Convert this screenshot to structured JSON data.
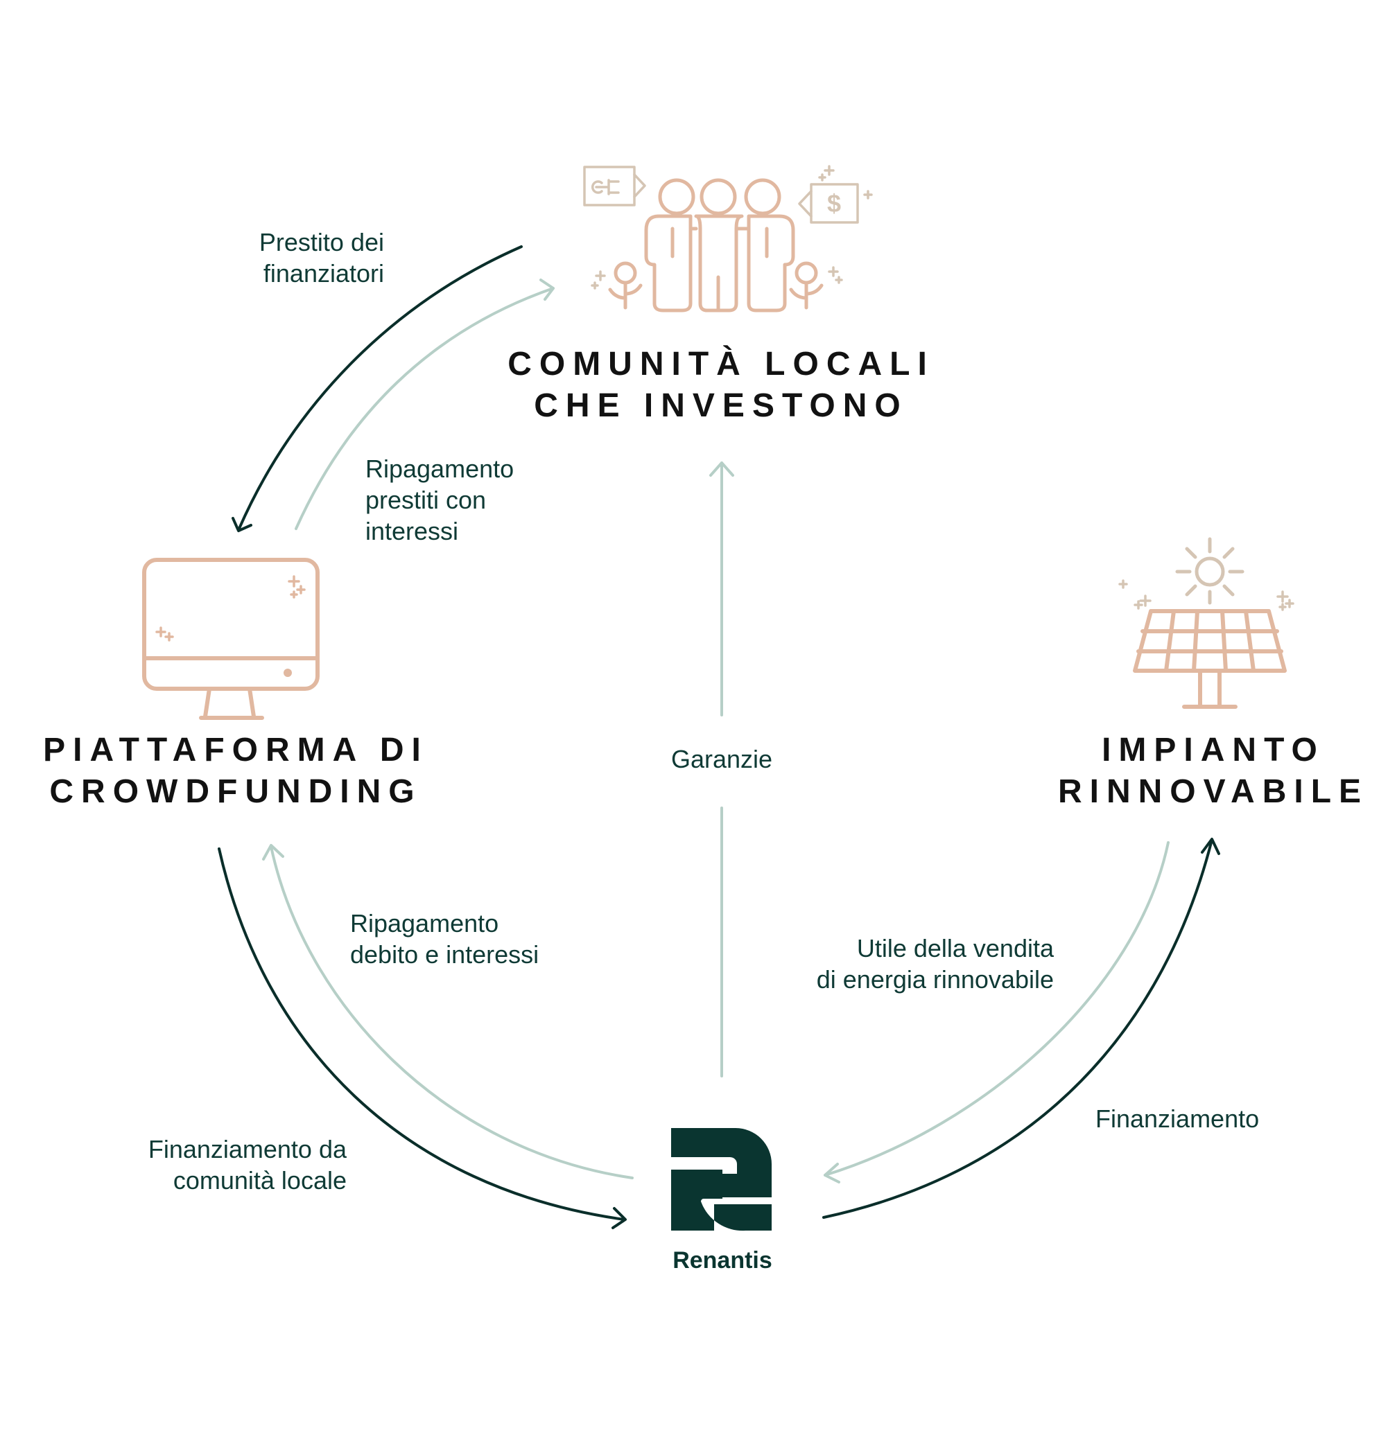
{
  "colors": {
    "dark_flow": "#0a2e2a",
    "light_flow": "#b6cfc7",
    "icon_peach": "#e1b8a0",
    "icon_beige": "#d5c5b4",
    "title_text": "#121212",
    "label_text": "#0f3a35",
    "brand": "#0a3530"
  },
  "nodes": {
    "community": {
      "icon": "people-icon",
      "title_line1": "COMUNITÀ LOCALI",
      "title_line2": "CHE INVESTONO"
    },
    "platform": {
      "icon": "monitor-icon",
      "title_line1": "PIATTAFORMA DI",
      "title_line2": "CROWDFUNDING"
    },
    "plant": {
      "icon": "solar-panel-icon",
      "title_line1": "IMPIANTO",
      "title_line2": "RINNOVABILE"
    },
    "renantis": {
      "icon": "renantis-logo-icon",
      "name": "Renantis"
    }
  },
  "flows": {
    "prestito": {
      "line1": "Prestito dei",
      "line2": "finanziatori"
    },
    "ripagamento_prestiti": {
      "line1": "Ripagamento",
      "line2": "prestiti con",
      "line3": "interessi"
    },
    "garanzie": {
      "line1": "Garanzie"
    },
    "ripagamento_debito": {
      "line1": "Ripagamento",
      "line2": "debito e interessi"
    },
    "utile": {
      "line1": "Utile della vendita",
      "line2": "di energia rinnovabile"
    },
    "finanziamento_comunita": {
      "line1": "Finanziamento da",
      "line2": "comunità locale"
    },
    "finanziamento": {
      "line1": "Finanziamento"
    }
  }
}
